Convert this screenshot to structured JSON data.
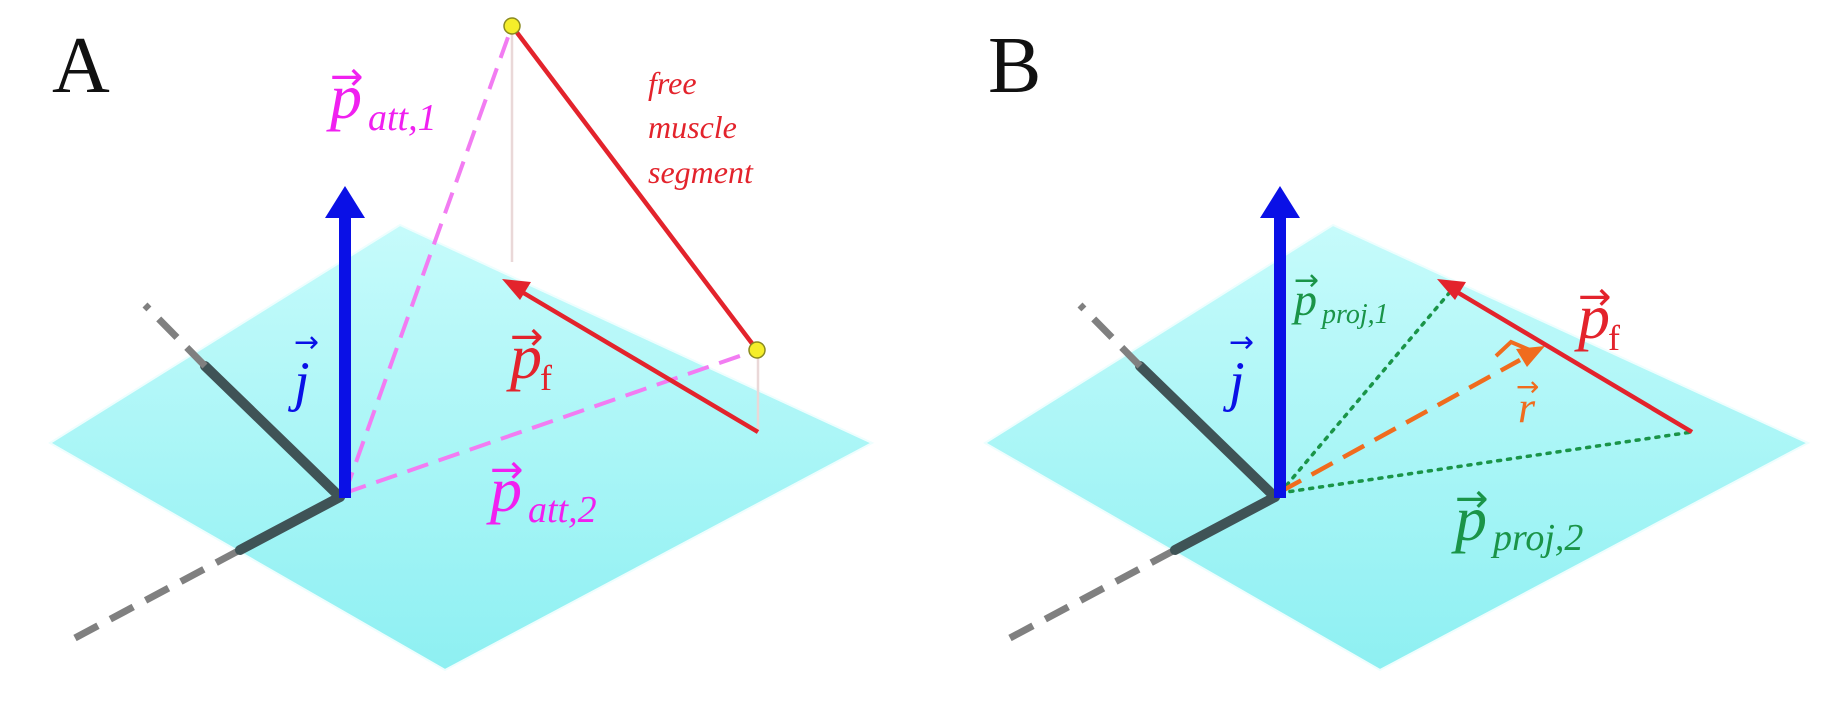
{
  "panels": {
    "A": {
      "letter": "A",
      "labels": {
        "j": "j",
        "p_att1_main": "p",
        "p_att1_sub": "att,1",
        "p_att2_main": "p",
        "p_att2_sub": "att,2",
        "pf_main": "p",
        "pf_sub": "f",
        "free_line1": "free",
        "free_line2": "muscle",
        "free_line3": "segment"
      }
    },
    "B": {
      "letter": "B",
      "labels": {
        "j": "j",
        "pproj1_main": "p",
        "pproj1_sub": "proj,1",
        "pproj2_main": "p",
        "pproj2_sub": "proj,2",
        "pf_main": "p",
        "pf_sub": "f",
        "r": "r"
      }
    }
  },
  "colors": {
    "plane_top": "#c6fbfb",
    "plane_bottom": "#8ef0f2",
    "axis_j": "#0a10e6",
    "muscle": "#e3232c",
    "attachment": "#f050f0",
    "projection": "#1a9448",
    "moment_arm": "#f06c1e",
    "axis_dark": "#3f5356",
    "axis_dashed": "#808080",
    "via_point": "#f5ee2a"
  }
}
